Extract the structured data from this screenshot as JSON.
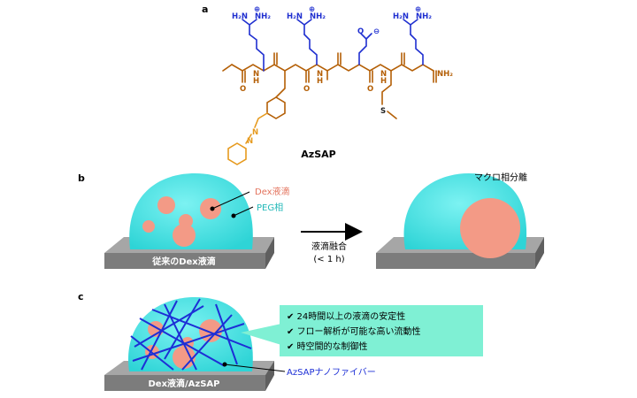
{
  "panels": {
    "a": "a",
    "b": "b",
    "c": "c"
  },
  "molecule": {
    "name": "AzSAP",
    "guanidinium_label": "H₂N",
    "guanidinium_label2": "NH₂",
    "plus": "⊕",
    "minus": "⊖",
    "amide_N": "N",
    "amide_H": "H",
    "oxygen": "O",
    "sulfur": "S",
    "terminal_nh2": "NH₂",
    "azo_N": "N"
  },
  "panel_b": {
    "dex_droplet_label": "Dex液滴",
    "peg_phase_label": "PEG相",
    "plate_label": "従来のDex液滴",
    "arrow_label_top": "液滴融合",
    "arrow_label_bottom": "(< 1 h)",
    "macro_label": "マクロ相分離"
  },
  "panel_c": {
    "plate_label": "Dex液滴/AzSAP",
    "fiber_label": "AzSAPナノファイバー",
    "checklist": [
      "✔ 24時間以上の液滴の安定性",
      "✔ フロー解析が可能な高い流動性",
      "✔ 時空間的な制御性"
    ]
  },
  "colors": {
    "peg_phase": "#3fe3e3",
    "dex_droplet": "#f39a86",
    "plate": "#8f8f8f",
    "fiber": "#1d2fd6",
    "callout_bg": "#7ff0d4",
    "backbone": "#b45f06",
    "sidechain_blue": "#1f2fd0",
    "azobenzene": "#e69a1e"
  }
}
